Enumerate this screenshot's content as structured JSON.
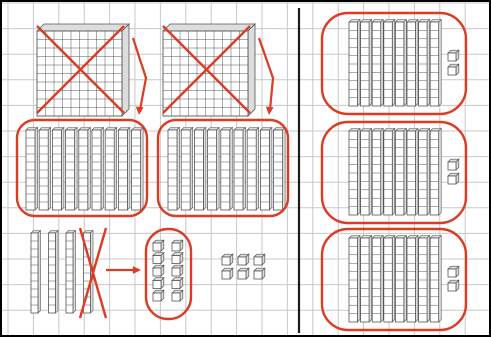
{
  "colors": {
    "background": "#ffffff",
    "grid": "#c8c8c8",
    "frame": "#000000",
    "divider": "#1a1a1a",
    "annotation": "#dd3b22",
    "block_stroke": "#555555",
    "block_fill": "#ffffff",
    "block_shade": "#dddddd"
  },
  "left_panel": {
    "crossed_hundred_flats": 2,
    "groups_of_tens": [
      {
        "rods": 9,
        "ones": 0
      },
      {
        "rods": 9,
        "ones": 0
      }
    ],
    "standing_rods": 4,
    "crossed_rods": 1,
    "circled_ones": 10,
    "loose_ones": 6
  },
  "right_panel": {
    "groups": [
      {
        "rods": 8,
        "ones": 2
      },
      {
        "rods": 8,
        "ones": 2
      },
      {
        "rods": 8,
        "ones": 2
      }
    ]
  },
  "icons": {
    "cross": "cross-out-icon",
    "arrow": "arrow-icon"
  }
}
